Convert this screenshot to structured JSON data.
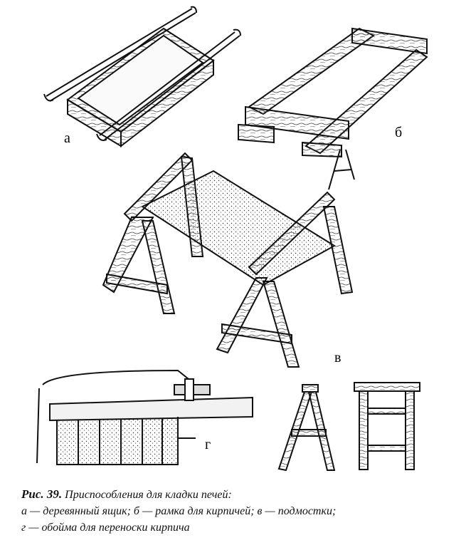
{
  "figure": {
    "labels": {
      "a": "а",
      "b": "б",
      "v": "в",
      "g": "г"
    }
  },
  "caption": {
    "fig_number": "Рис. 39.",
    "title": "Приспособления для кладки печей:",
    "line2": "а — деревянный ящик; б — рамка для кирпичей; в — подмостки;",
    "line3": "г — обойма для переноски кирпича"
  }
}
